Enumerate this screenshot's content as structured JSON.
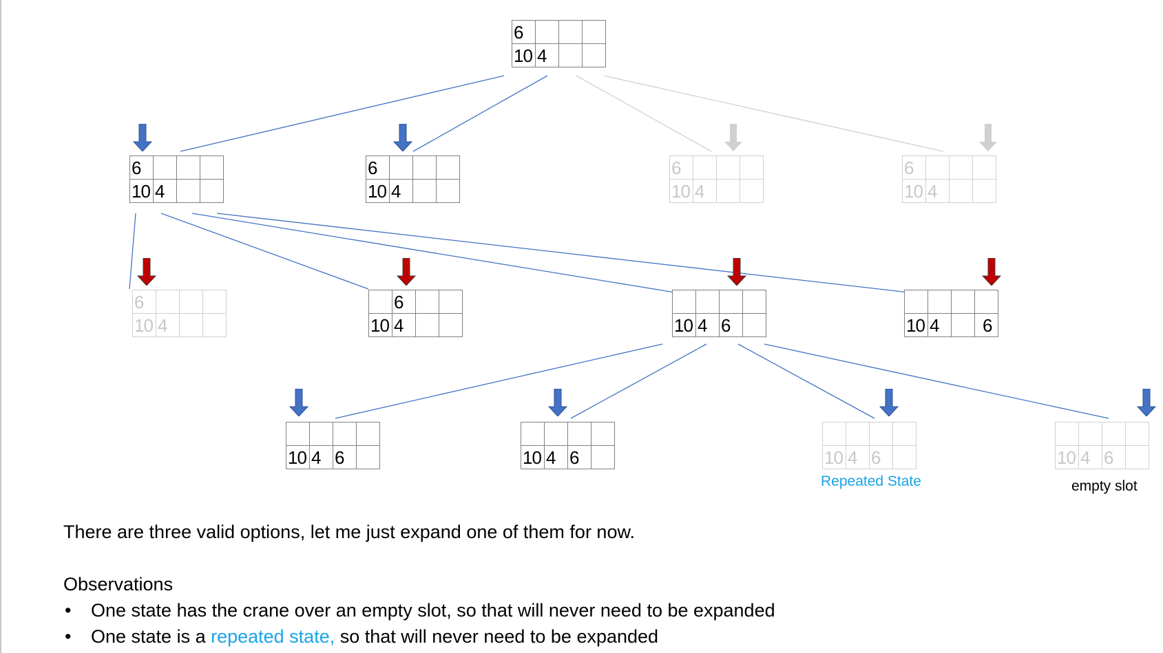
{
  "nodes": {
    "root": {
      "top": "6",
      "bottom": [
        "10",
        "4",
        "",
        ""
      ]
    },
    "l1a": {
      "top": "6",
      "bottom": [
        "10",
        "4",
        "",
        ""
      ]
    },
    "l1b": {
      "top": "6",
      "bottom": [
        "10",
        "4",
        "",
        ""
      ]
    },
    "l1c": {
      "top": "6",
      "bottom": [
        "10",
        "4",
        "",
        ""
      ]
    },
    "l1d": {
      "top": "6",
      "bottom": [
        "10",
        "4",
        "",
        ""
      ]
    },
    "l2a": {
      "top": "6",
      "bottom": [
        "10",
        "4",
        "",
        ""
      ]
    },
    "l2b": {
      "top": "6",
      "bottom": [
        "10",
        "4",
        "",
        ""
      ]
    },
    "l2c": {
      "bottom": [
        "10",
        "4",
        "6",
        ""
      ]
    },
    "l2d": {
      "bottom": [
        "10",
        "4",
        "",
        "6"
      ]
    },
    "l3a": {
      "bottom": [
        "10",
        "4",
        "6",
        ""
      ]
    },
    "l3b": {
      "bottom": [
        "10",
        "4",
        "6",
        ""
      ]
    },
    "l3c": {
      "bottom": [
        "10",
        "4",
        "6",
        ""
      ]
    },
    "l3d": {
      "bottom": [
        "10",
        "4",
        "6",
        ""
      ]
    }
  },
  "captions": {
    "repeated": "Repeated State",
    "empty": "empty slot"
  },
  "colors": {
    "edge": "#4472c4",
    "edge_faded": "#d0d0d0",
    "arrow_blue": "#4472c4",
    "arrow_red": "#c00000",
    "arrow_gray": "#d0d0d0",
    "highlight": "#1aa3e8"
  },
  "text": {
    "intro": "There are three valid options, let me just expand one of them for now.",
    "observations_title": "Observations",
    "bullet1": "One state has the crane over an empty slot, so that will never need to be expanded",
    "bullet2_prefix": "One state is a ",
    "bullet2_highlight": "repeated state,",
    "bullet2_suffix": " so that will never need to be expanded"
  }
}
